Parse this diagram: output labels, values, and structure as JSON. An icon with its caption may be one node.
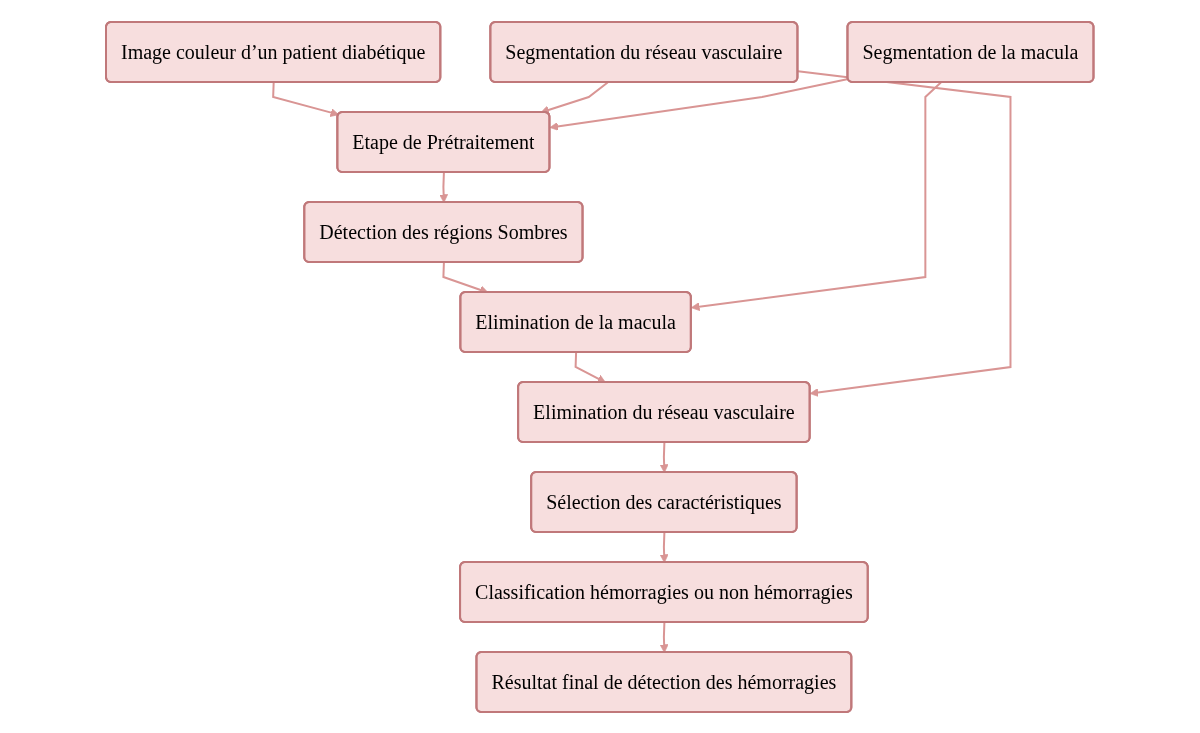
{
  "diagram": {
    "nodes": [
      {
        "text": [
          "Image couleur d’un patient diabétique"
        ]
      },
      {
        "text": [
          "Etape de Prétraitement"
        ]
      },
      {
        "text": [
          "Segmentation du réseau vasculaire"
        ]
      },
      {
        "text": [
          "Segmentation de la macula"
        ]
      },
      {
        "text": [
          "Détection des régions Sombres"
        ]
      },
      {
        "text": [
          "Elimination de la macula"
        ]
      },
      {
        "text": [
          "Elimination du réseau vasculaire"
        ]
      },
      {
        "text": [
          "Sélection des caractéristiques"
        ]
      },
      {
        "text": [
          "Classification hémorragies ou non hémorragies"
        ]
      },
      {
        "text": [
          "Résultat final de détection des hémorragies"
        ]
      }
    ],
    "edges": [
      {
        "from": 0,
        "to": 1,
        "arrow": "to"
      },
      {
        "from": 2,
        "to": 1,
        "arrow": "to"
      },
      {
        "from": 3,
        "to": 1,
        "arrow": "to"
      },
      {
        "from": 1,
        "to": 4,
        "arrow": "to"
      },
      {
        "from": 4,
        "to": 5,
        "arrow": "to"
      },
      {
        "from": 3,
        "to": 5,
        "arrow": "to"
      },
      {
        "from": 5,
        "to": 6,
        "arrow": "to"
      },
      {
        "from": 2,
        "to": 6,
        "arrow": "to"
      },
      {
        "from": 6,
        "to": 7,
        "arrow": "to"
      },
      {
        "from": 7,
        "to": 8,
        "arrow": "to"
      },
      {
        "from": 8,
        "to": 9,
        "arrow": "to"
      }
    ]
  }
}
